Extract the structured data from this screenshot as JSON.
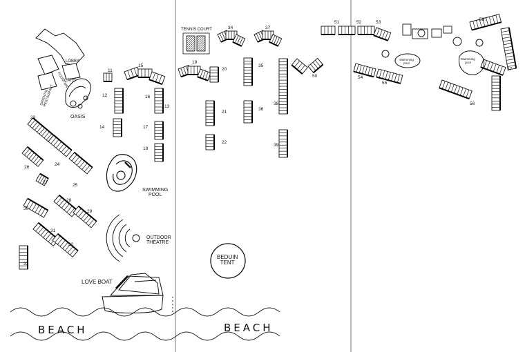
{
  "labels": {
    "lobby": "LOBBY",
    "fountain": "FOUNTAIN",
    "cafe": "CAFE'",
    "oriental_restaurant": "ORIENTAL\nRESTAURANT",
    "oasis": "OASIS",
    "tennis_court": "TENNIS COURT",
    "swimming_pool": "SWIMMING\nPOOL",
    "outdoor_theatre": "OUTDOOR\nTHEATRE",
    "love_boat": "LOVE BOAT",
    "beduin_tent": "BEDUIN\nTENT",
    "swimming_pool_small_1": "Swimming\npool",
    "swimming_pool_small_2": "Swimming\npool"
  },
  "beach_labels": [
    "BEACH",
    "BEACH"
  ],
  "blocks": [
    "11",
    "15",
    "12",
    "16",
    "13",
    "14",
    "17",
    "18",
    "19",
    "20",
    "21",
    "22",
    "34",
    "35",
    "36",
    "37",
    "38",
    "39",
    "23",
    "24",
    "25",
    "26",
    "27",
    "28",
    "29",
    "30",
    "31",
    "32",
    "33",
    "50",
    "51",
    "52",
    "53",
    "54",
    "55",
    "56",
    "57",
    "58"
  ]
}
